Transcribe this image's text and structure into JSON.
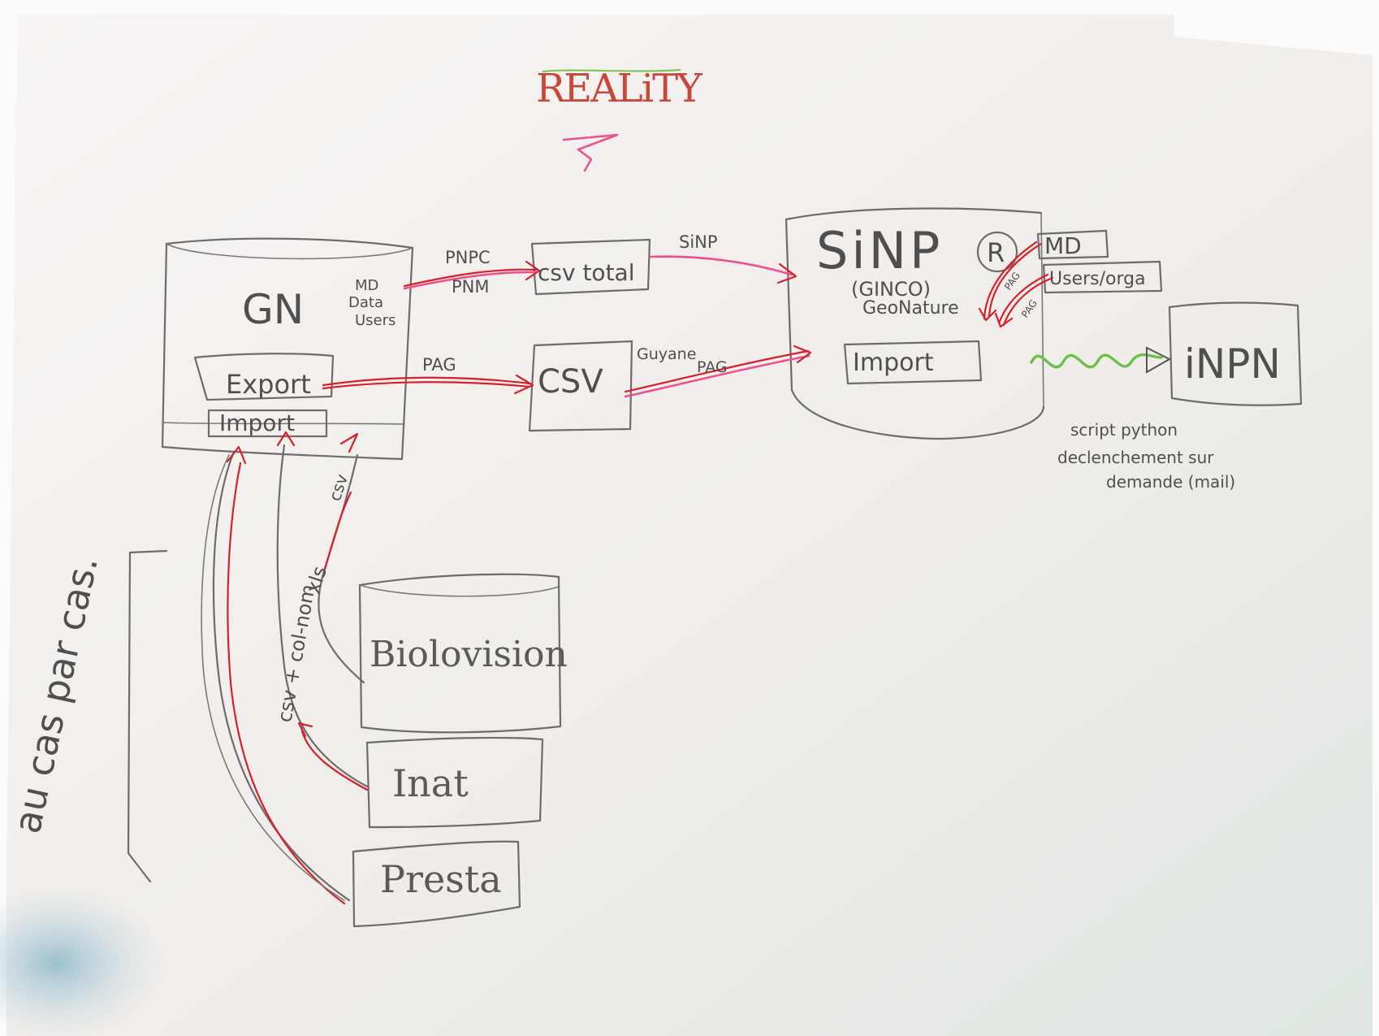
{
  "title": "REALiTY",
  "colors": {
    "paper": "#f4f1ef",
    "pencil": "#6c6c6c",
    "red_pen": "#d8202b",
    "pink_pen": "#ef4f8e",
    "green_pen": "#6cc04a",
    "title_red": "#c9463a"
  },
  "nodes": {
    "gn": {
      "label": "GN",
      "data_labels": [
        "MD",
        "Data",
        "Users"
      ],
      "export_label": "Export",
      "import_label": "Import"
    },
    "csv_total": {
      "label": "csv total"
    },
    "csv": {
      "label": "CSV"
    },
    "sinp": {
      "label": "SiNP",
      "badge": "R",
      "sub1": "(GINCO)",
      "sub2": "GeoNature",
      "import_label": "Import"
    },
    "md_box": {
      "label": "MD"
    },
    "users_box": {
      "label": "Users/orga"
    },
    "inpn": {
      "label": "iNPN"
    },
    "biolovision": {
      "label": "Biolovision"
    },
    "inat": {
      "label": "Inat"
    },
    "presta": {
      "label": "Presta"
    }
  },
  "edge_labels": {
    "pnpc": "PNPC",
    "pnm": "PNM",
    "sinp": "SiNP",
    "pag_export": "PAG",
    "guyane": "Guyane",
    "pag_csv": "PAG",
    "pag_md": "PAG",
    "pag_users": "PAG",
    "csv_biolovision": "csv",
    "xls": "xls",
    "csv_col_nom": "csv + col-nom"
  },
  "notes": {
    "script": [
      "script python",
      "declenchement sur",
      "demande (mail)"
    ],
    "side": "au cas par cas."
  }
}
